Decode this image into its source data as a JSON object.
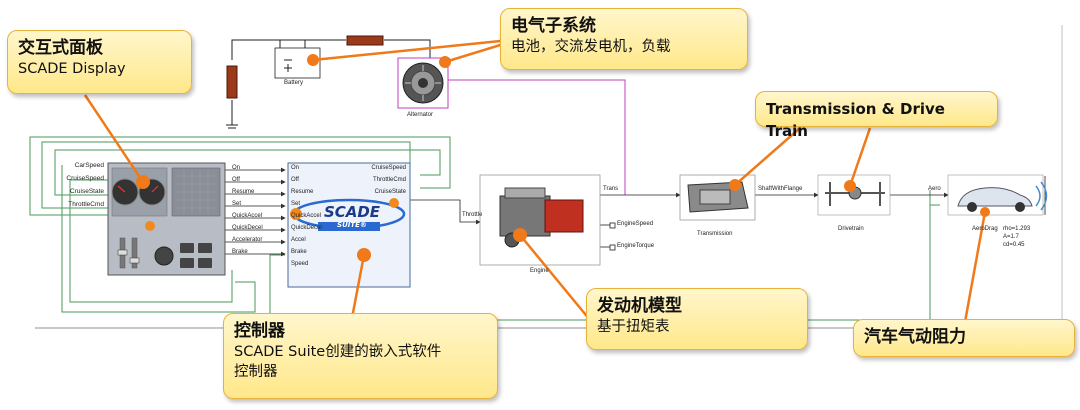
{
  "callouts": {
    "display": {
      "title": "交互式面板",
      "subtitle": "SCADE Display"
    },
    "electrical": {
      "title": "电气子系统",
      "subtitle": "电池，交流发电机，负载"
    },
    "transmission": {
      "title": "Transmission & Drive Train"
    },
    "engine": {
      "title": "发动机模型",
      "subtitle": "基于扭矩表"
    },
    "controller": {
      "title": "控制器",
      "line1": "SCADE Suite创建的嵌入式软件",
      "line2": "控制器"
    },
    "aero": {
      "title": "汽车气动阻力"
    }
  },
  "panel_outputs": [
    "CarSpeed",
    "CruiseSpeed",
    "CruiseState",
    "ThrottleCmd"
  ],
  "panel_inputs": [
    "On",
    "Off",
    "Resume",
    "Set",
    "QuickAccel",
    "QuickDecel",
    "Accelerator",
    "Brake"
  ],
  "controller_inputs": [
    "On",
    "Off",
    "Resume",
    "Set",
    "QuickAccel",
    "QuickDecel",
    "Accel",
    "Brake",
    "Speed"
  ],
  "controller_outputs": [
    "CruiseSpeed",
    "ThrottleCmd",
    "CruiseState"
  ],
  "suite_logo": {
    "word1": "SCADE",
    "word2": "SUITE®"
  },
  "blocks": {
    "battery": "Battery",
    "alternator": "Alternator",
    "engine": "Engine",
    "transmission": "Transmission",
    "drivetrain": "Drivetrain",
    "aerodrag": "AeroDrag"
  },
  "signals": {
    "throttle": "Throttle",
    "engine_speed": "EngineSpeed",
    "engine_torque": "EngineTorque",
    "trans_in": "Trans",
    "shaft": "ShaftWithFlange",
    "aero_in": "Aero"
  },
  "aero_params": {
    "p1": "rho=1.293",
    "p2": "A=1.7",
    "p3": "cd=0.45"
  },
  "colors": {
    "callout_border": "#e8b23a",
    "arrow": "#f07a1a",
    "wire": "#5a9a6a",
    "magenta": "#c040c0"
  }
}
